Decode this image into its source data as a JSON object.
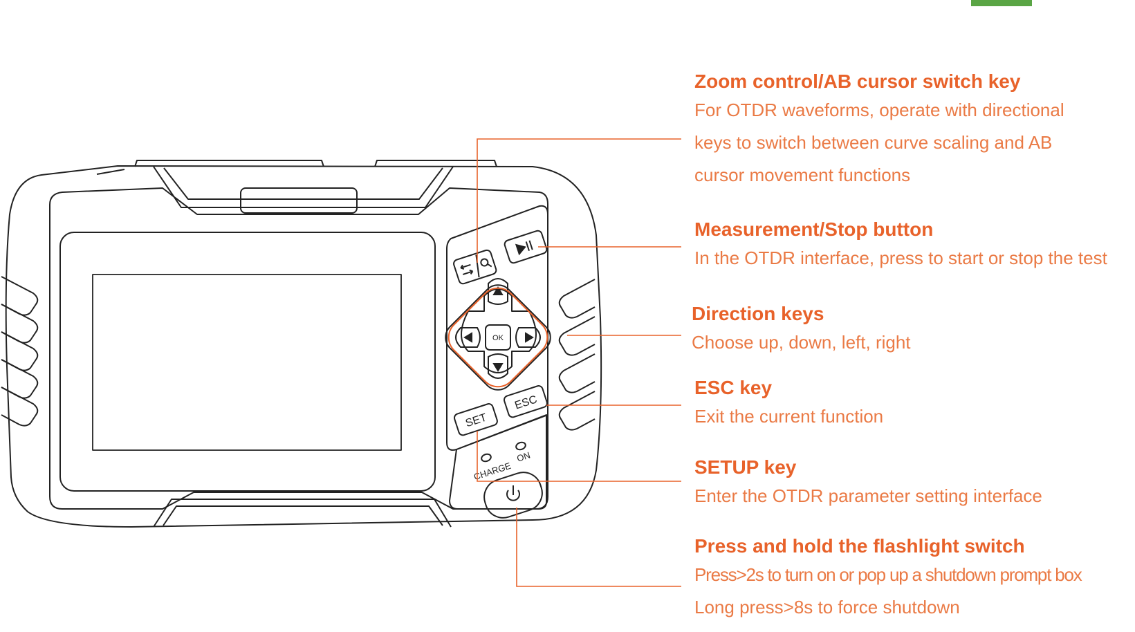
{
  "colors": {
    "accent": "#e8622a",
    "body_text": "#ea7a45",
    "leader_line": "#e8622a",
    "device_outline": "#222222",
    "corner_tab": "#5aa545"
  },
  "device": {
    "buttons": {
      "ok_label": "OK",
      "set_label": "SET",
      "esc_label": "ESC",
      "charge_label": "CHARGE",
      "on_label": "ON"
    },
    "icons": [
      "zoom-switch-icon",
      "play-pause-icon",
      "up-arrow-icon",
      "down-arrow-icon",
      "left-arrow-icon",
      "right-arrow-icon",
      "power-icon"
    ]
  },
  "callouts": [
    {
      "title": "Zoom control/AB cursor switch key",
      "lines": [
        "For OTDR waveforms, operate with directional",
        "keys to switch between curve scaling and AB",
        "cursor movement functions"
      ]
    },
    {
      "title": "Measurement/Stop button",
      "lines": [
        "In the OTDR interface, press to start or stop the test"
      ]
    },
    {
      "title": "Direction keys",
      "lines": [
        "Choose up, down, left, right"
      ]
    },
    {
      "title": "ESC key",
      "lines": [
        "Exit the current function"
      ]
    },
    {
      "title": "SETUP key",
      "lines": [
        "Enter the OTDR parameter setting interface"
      ]
    },
    {
      "title": "Press and hold the flashlight switch",
      "lines": [
        "Press>2s to turn on or pop up a shutdown prompt box",
        "Long press>8s to force shutdown"
      ]
    }
  ]
}
